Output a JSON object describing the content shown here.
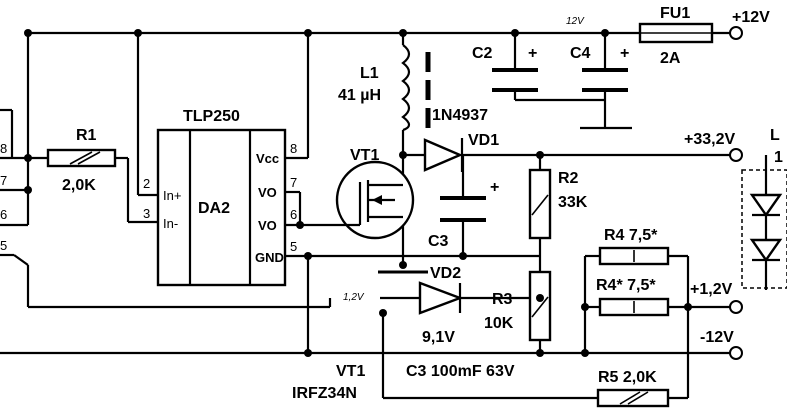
{
  "rails": {
    "plus12": "+12V",
    "plus33": "+33,2V",
    "plus12_small": "+1,2V",
    "minus12": "-12V",
    "note_12v": "12V",
    "note_1_2v": "1,2V"
  },
  "components": {
    "fu1": {
      "ref": "FU1",
      "value": "2A"
    },
    "c2": {
      "ref": "C2",
      "polarity": "+"
    },
    "c4": {
      "ref": "C4",
      "polarity": "+"
    },
    "l1": {
      "ref": "L1",
      "value": "41 µH"
    },
    "diode_part": "1N4937",
    "vd1": {
      "ref": "VD1"
    },
    "vt1": {
      "ref": "VT1",
      "part": "IRFZ34N",
      "ref_bottom": "VT1"
    },
    "r1": {
      "ref": "R1",
      "value": "2,0K"
    },
    "da2": {
      "part": "TLP250",
      "ref": "DA2",
      "in_plus": "In+",
      "in_minus": "In-",
      "vcc": "Vcc",
      "vo1": "VO",
      "vo2": "VO",
      "gnd": "GND"
    },
    "r2": {
      "ref": "R2",
      "value": "33K"
    },
    "c3": {
      "ref": "C3",
      "polarity": "+",
      "note": "C3 100mF 63V"
    },
    "vd2": {
      "ref": "VD2",
      "value": "9,1V"
    },
    "r3": {
      "ref": "R3",
      "value": "10K"
    },
    "r4": {
      "label": "R4 7,5*"
    },
    "r4s": {
      "label": "R4* 7,5*"
    },
    "r5": {
      "label": "R5 2,0K"
    },
    "load": {
      "label_l": "L",
      "label_1": "1"
    }
  },
  "pins": {
    "da2_2": "2",
    "da2_3": "3",
    "da2_5": "5",
    "da2_6": "6",
    "da2_7": "7",
    "da2_8": "8",
    "conn_8": "8",
    "conn_7": "7",
    "conn_6": "6",
    "conn_5": "5"
  }
}
